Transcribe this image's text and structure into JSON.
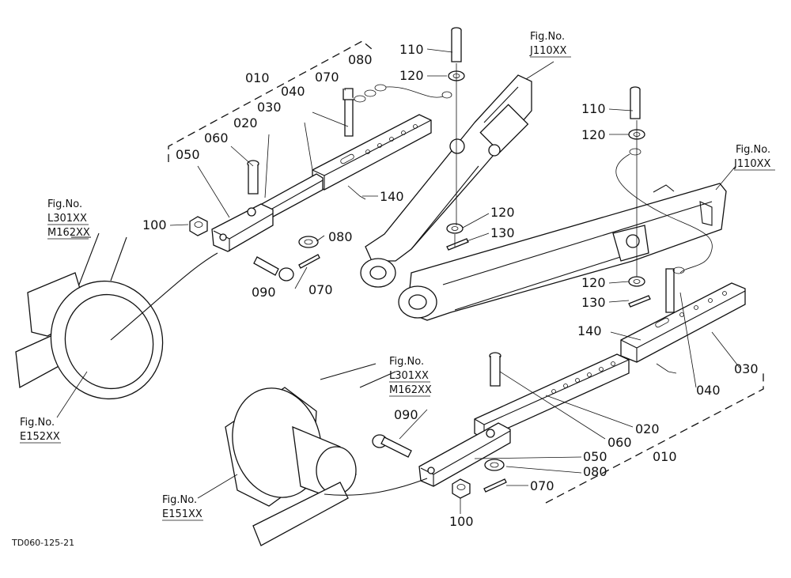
{
  "drawing_code": "TD060-125-21",
  "callouts": {
    "top_010": "010",
    "top_070": "070",
    "top_080": "080",
    "top_040": "040",
    "top_030": "030",
    "top_020": "020",
    "top_060": "060",
    "top_050": "050",
    "top_100": "100",
    "top_080b": "080",
    "top_090": "090",
    "top_070b": "070",
    "top_140": "140",
    "top_110": "110",
    "top_120": "120",
    "mid_120": "120",
    "mid_130": "130",
    "right_110": "110",
    "right_120": "120",
    "right_120b": "120",
    "right_130": "130",
    "right_140": "140",
    "right_040": "040",
    "right_030": "030",
    "bot_090": "090",
    "bot_060": "060",
    "bot_020": "020",
    "bot_050": "050",
    "bot_010": "010",
    "bot_080": "080",
    "bot_070": "070",
    "bot_100": "100"
  },
  "figure_refs": {
    "fig_label": "Fig.No.",
    "j110_top": "J110XX",
    "j110_right": "J110XX",
    "l301_left": "L301XX",
    "m162_left": "M162XX",
    "e152": "E152XX",
    "l301_bottom": "L301XX",
    "m162_bottom": "M162XX",
    "e151": "E151XX"
  }
}
